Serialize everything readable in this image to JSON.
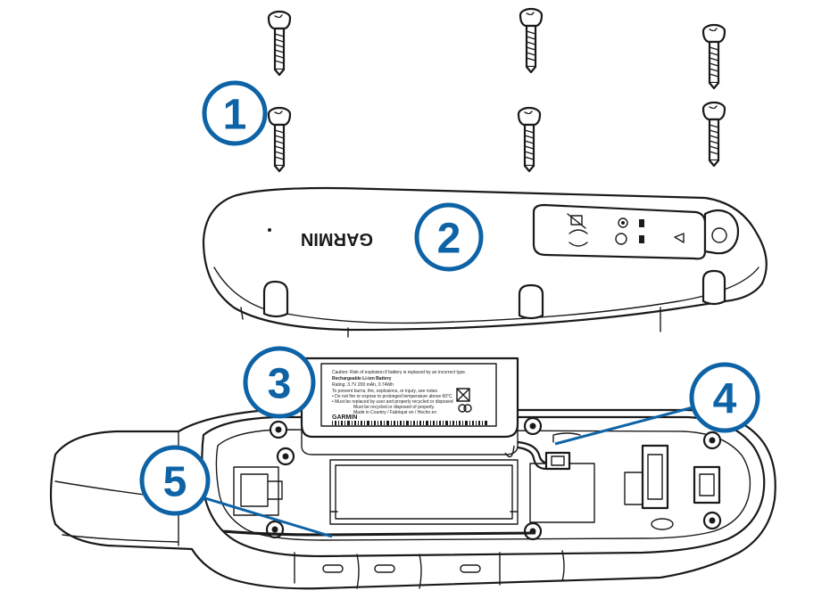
{
  "colors": {
    "callout": "#0d63a6",
    "line_art": "#1a1a1a",
    "background": "#ffffff"
  },
  "brand_mark": "GARMIN",
  "callouts": [
    {
      "id": "c1",
      "number": "1",
      "part": "screws"
    },
    {
      "id": "c2",
      "number": "2",
      "part": "battery-cover"
    },
    {
      "id": "c3",
      "number": "3",
      "part": "battery-pack"
    },
    {
      "id": "c4",
      "number": "4",
      "part": "battery-connector"
    },
    {
      "id": "c5",
      "number": "5",
      "part": "housing-seal"
    }
  ],
  "battery_label": {
    "warning": "Caution: Risk of explosion if battery is replaced by an incorrect type.",
    "title": "Rechargeable Li-ion Battery",
    "rating": "Rating: 3.7V 200 mAh, 0.74Wh",
    "line1": "To prevent burns, fire, explosions, or injury, see notes",
    "line2": "• Do not fire or expose to prolonged temperature above 60°C",
    "line3": "• Must be replaced by user and properly recycled or disposed",
    "line4": "Must be recycled or disposed of properly.",
    "origin": "Made in Country / Fabriqué en / Hecho en",
    "logo": "GARMIN"
  }
}
